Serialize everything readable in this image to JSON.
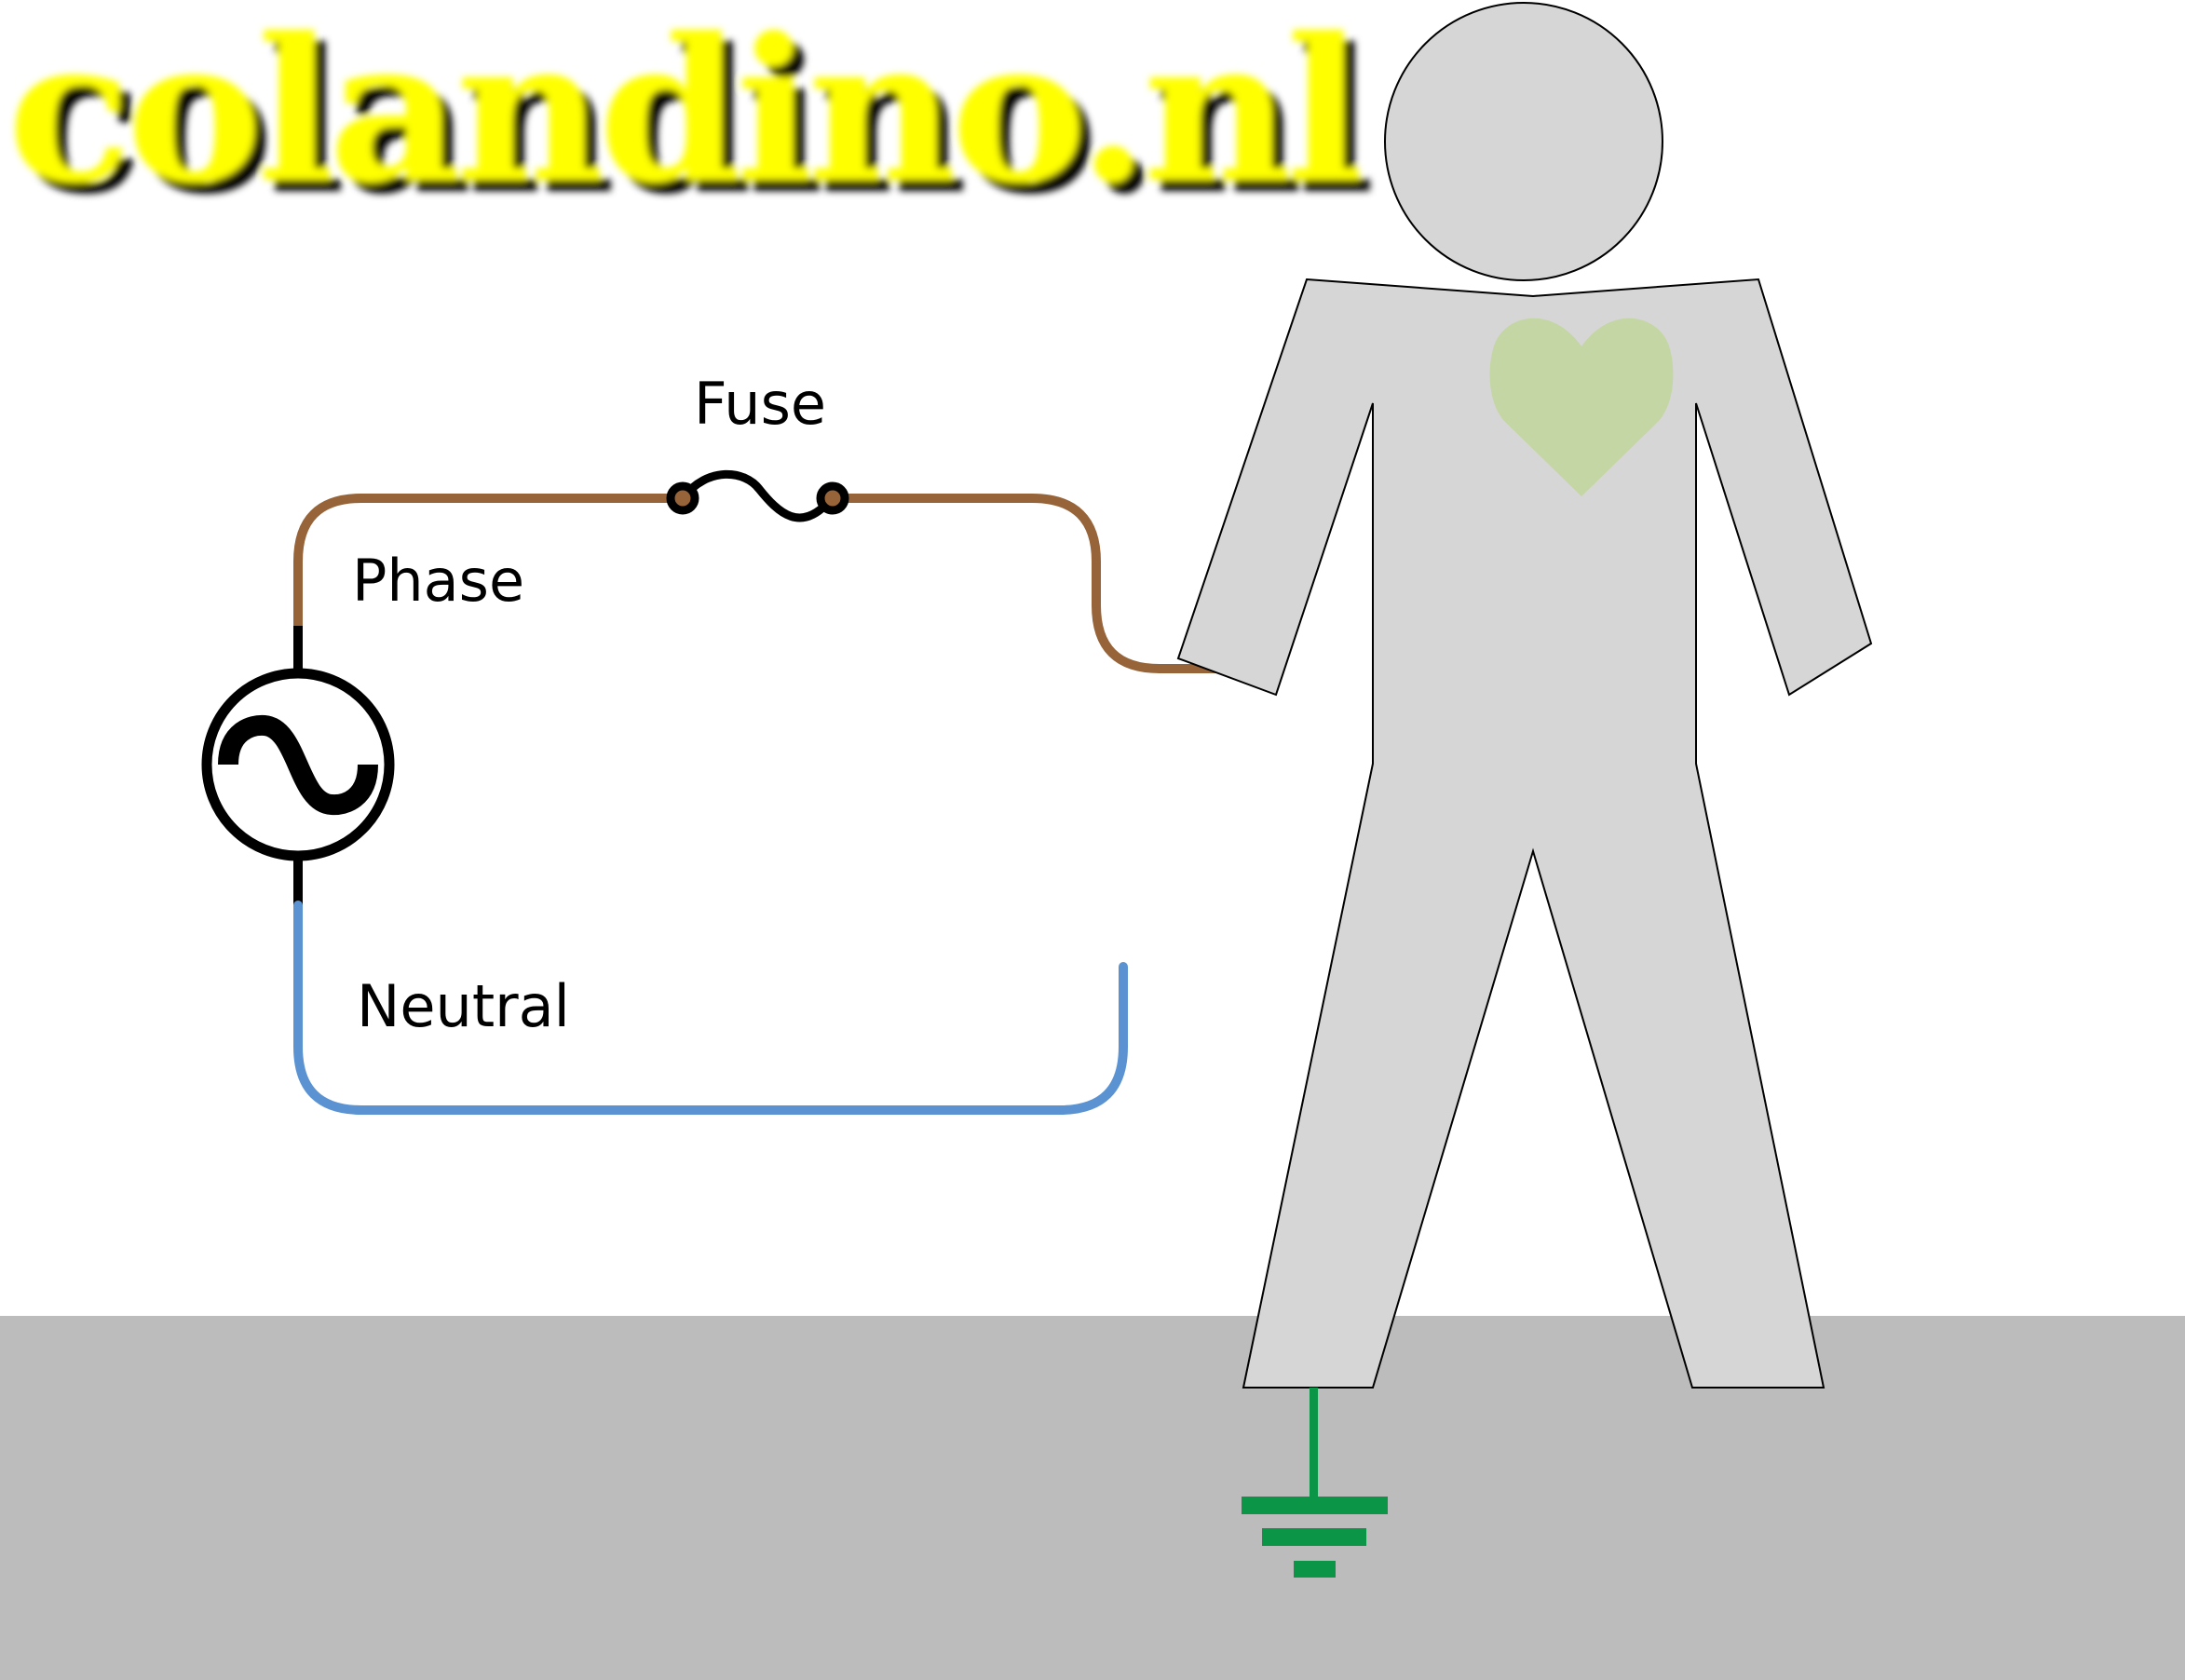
{
  "logo": {
    "text": "colandino.nl"
  },
  "labels": {
    "fuse": "Fuse",
    "phase": "Phase",
    "neutral": "Neutral"
  },
  "colors": {
    "background": "#ffffff",
    "ground_area": "#bcbcbc",
    "person_fill": "#d6d6d6",
    "person_outline": "#000000",
    "heart": "#c4d6a4",
    "phase_wire": "#976338",
    "neutral_wire": "#5b93d2",
    "source_lead": "#000000",
    "earth_symbol": "#0a9646",
    "logo_fill": "#ffff00",
    "logo_shadow": "#000000"
  },
  "icons": {
    "source": "ac-source-icon",
    "fuse": "fuse-icon",
    "earth": "earth-ground-icon",
    "heart": "heart-icon"
  }
}
